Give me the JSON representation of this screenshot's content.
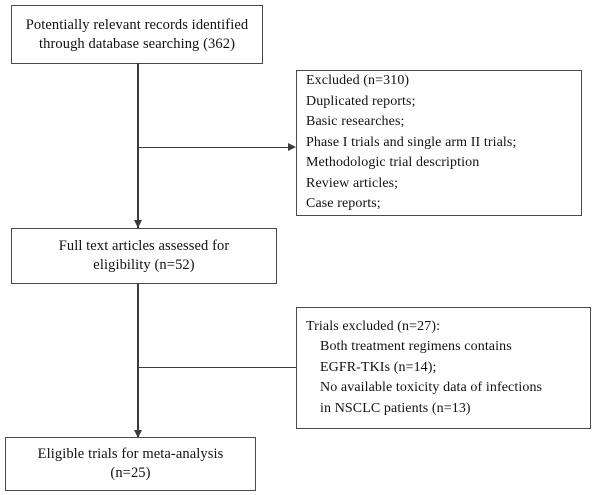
{
  "diagram": {
    "title": "PRISMA study selection flow diagram",
    "accent_color": "#3b3b3b",
    "border_color": "#4a4a4a",
    "background_color": "#ffffff",
    "nodes": {
      "identified": {
        "name": "records-identified",
        "lines": [
          "Potentially relevant records identified",
          "through database searching (362)"
        ],
        "count": "362"
      },
      "excluded_records": {
        "name": "records-excluded",
        "lines": [
          "Excluded (n=310)",
          "Duplicated reports;",
          "Basic researches;",
          "Phase I trials and single arm II trials;",
          "Methodologic trial description",
          "Review articles;",
          "Case reports;"
        ],
        "count": "310"
      },
      "fulltext": {
        "name": "full-text-assessed",
        "lines": [
          "Full text articles assessed for",
          "eligibility (n=52)"
        ],
        "count": "52"
      },
      "trials_excluded": {
        "name": "trials-excluded",
        "lines": [
          "Trials excluded (n=27):",
          "Both treatment regimens contains",
          "EGFR-TKIs (n=14);",
          "No available toxicity data of infections",
          "in NSCLC patients (n=13)"
        ],
        "count": "27",
        "sub_counts": [
          "14",
          "13"
        ]
      },
      "eligible": {
        "name": "eligible-trials",
        "lines": [
          "Eligible trials for meta-analysis",
          "(n=25)"
        ],
        "count": "25"
      }
    },
    "connectors": [
      {
        "name": "identified-to-fulltext",
        "type": "vertical-arrow"
      },
      {
        "name": "identified-to-excluded",
        "type": "horizontal-arrow"
      },
      {
        "name": "fulltext-to-eligible",
        "type": "vertical-arrow"
      },
      {
        "name": "fulltext-to-trials-excluded",
        "type": "horizontal-line"
      }
    ]
  }
}
